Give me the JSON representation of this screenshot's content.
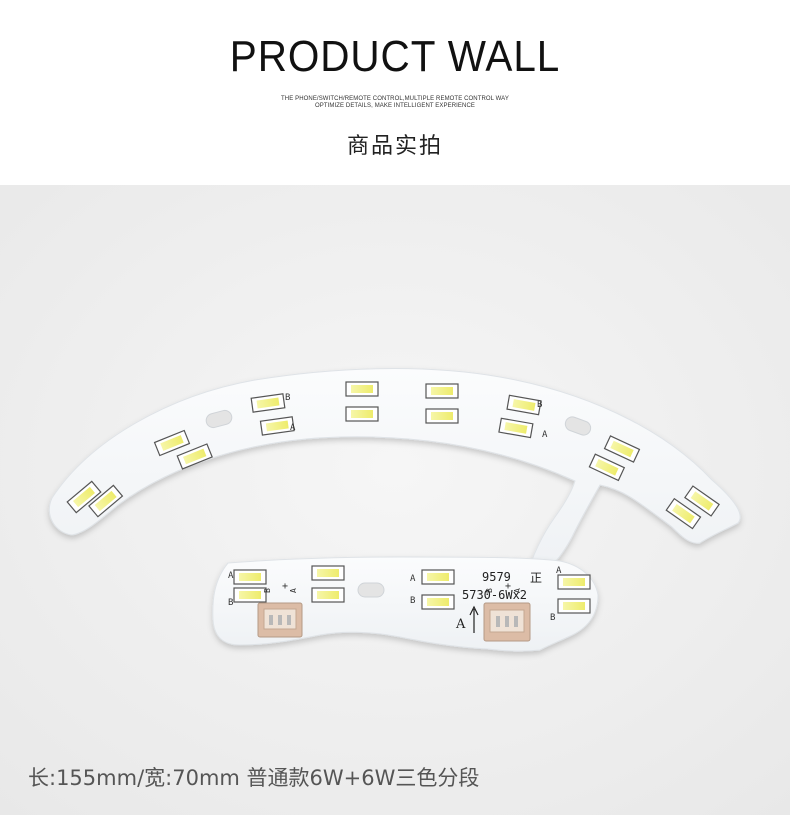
{
  "header": {
    "title": "PRODUCT  WALL",
    "subtitle_line1": "THE PHONE/SWITCH/REMOTE CONTROL,MULTIPLE REMOTE CONTROL WAY",
    "subtitle_line2": "OPTIMIZE DETAILS, MAKE INTELLIGENT EXPERIENCE",
    "cn_title": "商品实拍"
  },
  "board": {
    "code": "9579",
    "side_mark": "正",
    "model": "5730-6Wx2",
    "arrow_label": "A",
    "led_label_a": "A",
    "led_label_b": "B",
    "pin_labels": [
      "B",
      "+",
      "A"
    ]
  },
  "caption": {
    "text": "长:155mm/宽:70mm  普通款6W+6W三色分段"
  },
  "colors": {
    "background": "#f0f0f0",
    "board": "#f7f9fb",
    "led_yellow": "#f3f27e",
    "led_white": "#f4f7f2",
    "connector": "#d9b9a2"
  }
}
